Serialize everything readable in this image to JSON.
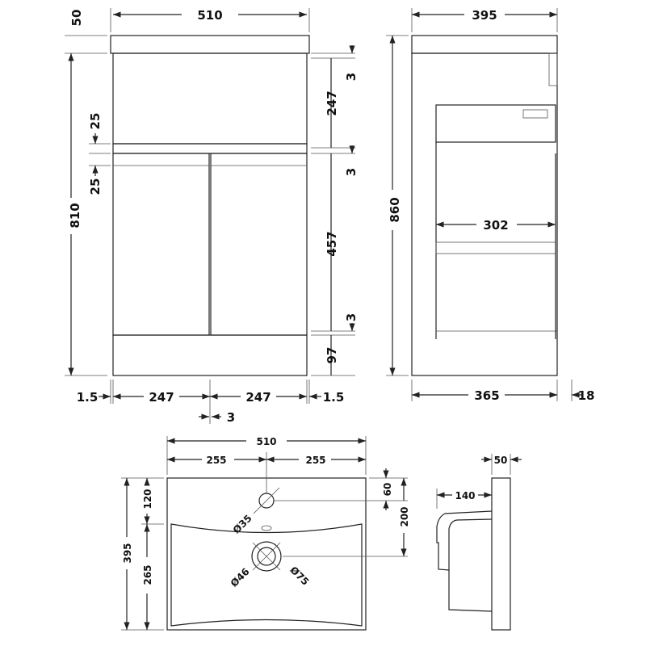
{
  "front": {
    "width": "510",
    "top_thk": "50",
    "height": "810",
    "shelf_gap_top": "3",
    "shelf_h": "247",
    "gap_mid": "3",
    "door_h": "457",
    "gap_bot": "3",
    "plinth": "97",
    "div_top": "25",
    "div_bot": "25",
    "edge_l": "1.5",
    "door_l": "247",
    "door_r": "247",
    "edge_r": "1.5",
    "door_gap": "3"
  },
  "side": {
    "depth": "395",
    "height": "860",
    "drawer_depth": "302",
    "body_depth": "365",
    "door_thk": "18"
  },
  "basin": {
    "width": "510",
    "half_l": "255",
    "half_r": "255",
    "depth": "395",
    "tap_offset": "120",
    "bowl_depth": "265",
    "tap_from_back": "60",
    "waste_from_back": "200",
    "tap_hole": "Ø35",
    "waste_inner": "Ø46",
    "waste_outer": "Ø75"
  },
  "basin_side": {
    "thickness": "50",
    "bowl_depth": "140"
  }
}
